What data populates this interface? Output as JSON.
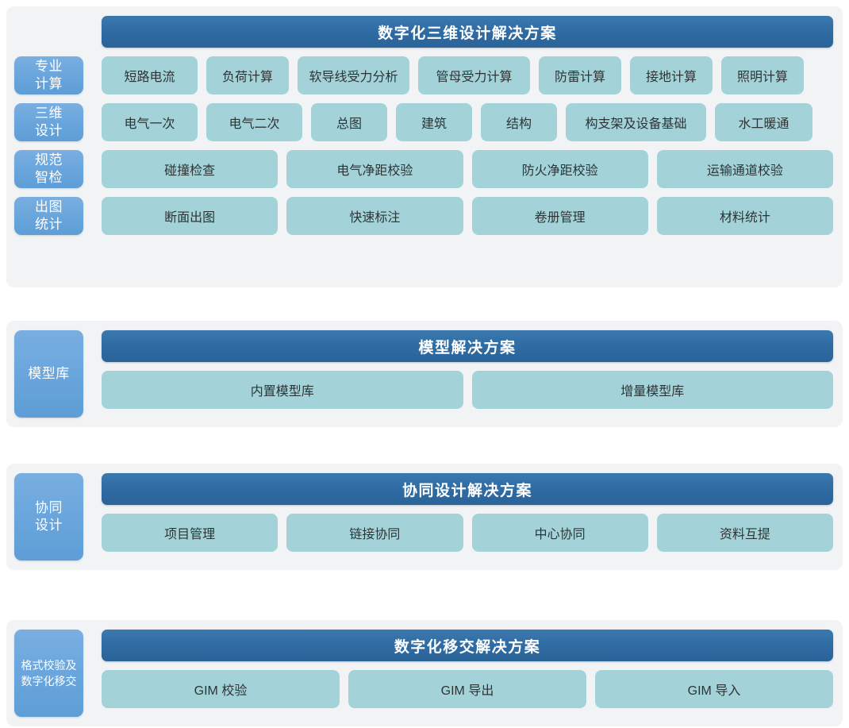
{
  "meta": {
    "accent_header": "#2f6ca4",
    "accent_side": "#6ba7dd",
    "tile_color": "#a3d3d9",
    "card_bg": "#f2f3f5"
  },
  "sections": [
    {
      "id": "digital-3d-design",
      "header": "数字化三维设计解决方案",
      "side_labels": [
        "专业\n计算",
        "三维\n设计",
        "规范\n智检",
        "出图\n统计"
      ],
      "rows": [
        {
          "label": "专业\n计算",
          "mode": "auto",
          "tiles": [
            "短路电流",
            "负荷计算",
            "软导线受力分析",
            "管母受力计算",
            "防雷计算",
            "接地计算",
            "照明计算"
          ]
        },
        {
          "label": "三维\n设计",
          "mode": "auto",
          "tiles": [
            "电气一次",
            "电气二次",
            "总图",
            "建筑",
            "结构",
            "构支架及设备基础",
            "水工暖通"
          ]
        },
        {
          "label": "规范\n智检",
          "mode": "grow",
          "tiles": [
            "碰撞检查",
            "电气净距校验",
            "防火净距校验",
            "运输通道校验"
          ]
        },
        {
          "label": "出图\n统计",
          "mode": "grow",
          "tiles": [
            "断面出图",
            "快速标注",
            "卷册管理",
            "材料统计"
          ]
        }
      ]
    },
    {
      "id": "model-solution",
      "header": "模型解决方案",
      "side_label": "模型库",
      "tiles": [
        "内置模型库",
        "增量模型库"
      ]
    },
    {
      "id": "collaborative-design",
      "header": "协同设计解决方案",
      "side_label": "协同\n设计",
      "tiles": [
        "项目管理",
        "链接协同",
        "中心协同",
        "资料互提"
      ]
    },
    {
      "id": "digital-handover",
      "header": "数字化移交解决方案",
      "side_label": "格式校验及\n数字化移交",
      "tiles": [
        "GIM 校验",
        "GIM 导出",
        "GIM 导入"
      ]
    }
  ]
}
